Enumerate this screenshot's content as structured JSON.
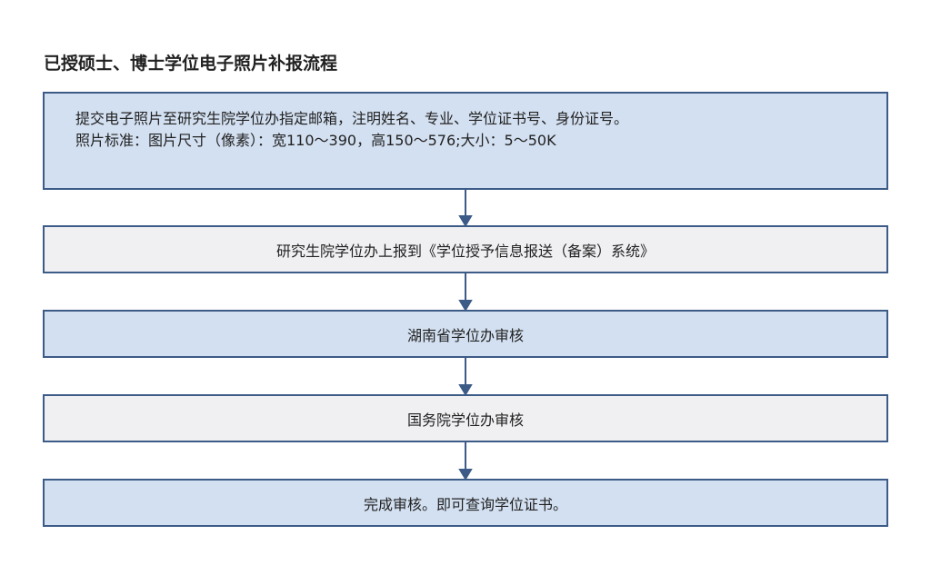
{
  "title": "已授硕士、博士学位电子照片补报流程",
  "colors": {
    "border": "#3d5b87",
    "box_blue": "#d3e0f1",
    "box_gray": "#f0f0f3"
  },
  "steps": [
    {
      "lines": [
        "提交电子照片至研究生院学位办指定邮箱，注明姓名、专业、学位证书号、身份证号。",
        "照片标准：图片尺寸（像素）：宽110～390，高150～576;大小：5～50K"
      ]
    },
    {
      "text": "研究生院学位办上报到《学位授予信息报送（备案）系统》"
    },
    {
      "text": "湖南省学位办审核"
    },
    {
      "text": "国务院学位办审核"
    },
    {
      "text": "完成审核。即可查询学位证书。"
    }
  ]
}
